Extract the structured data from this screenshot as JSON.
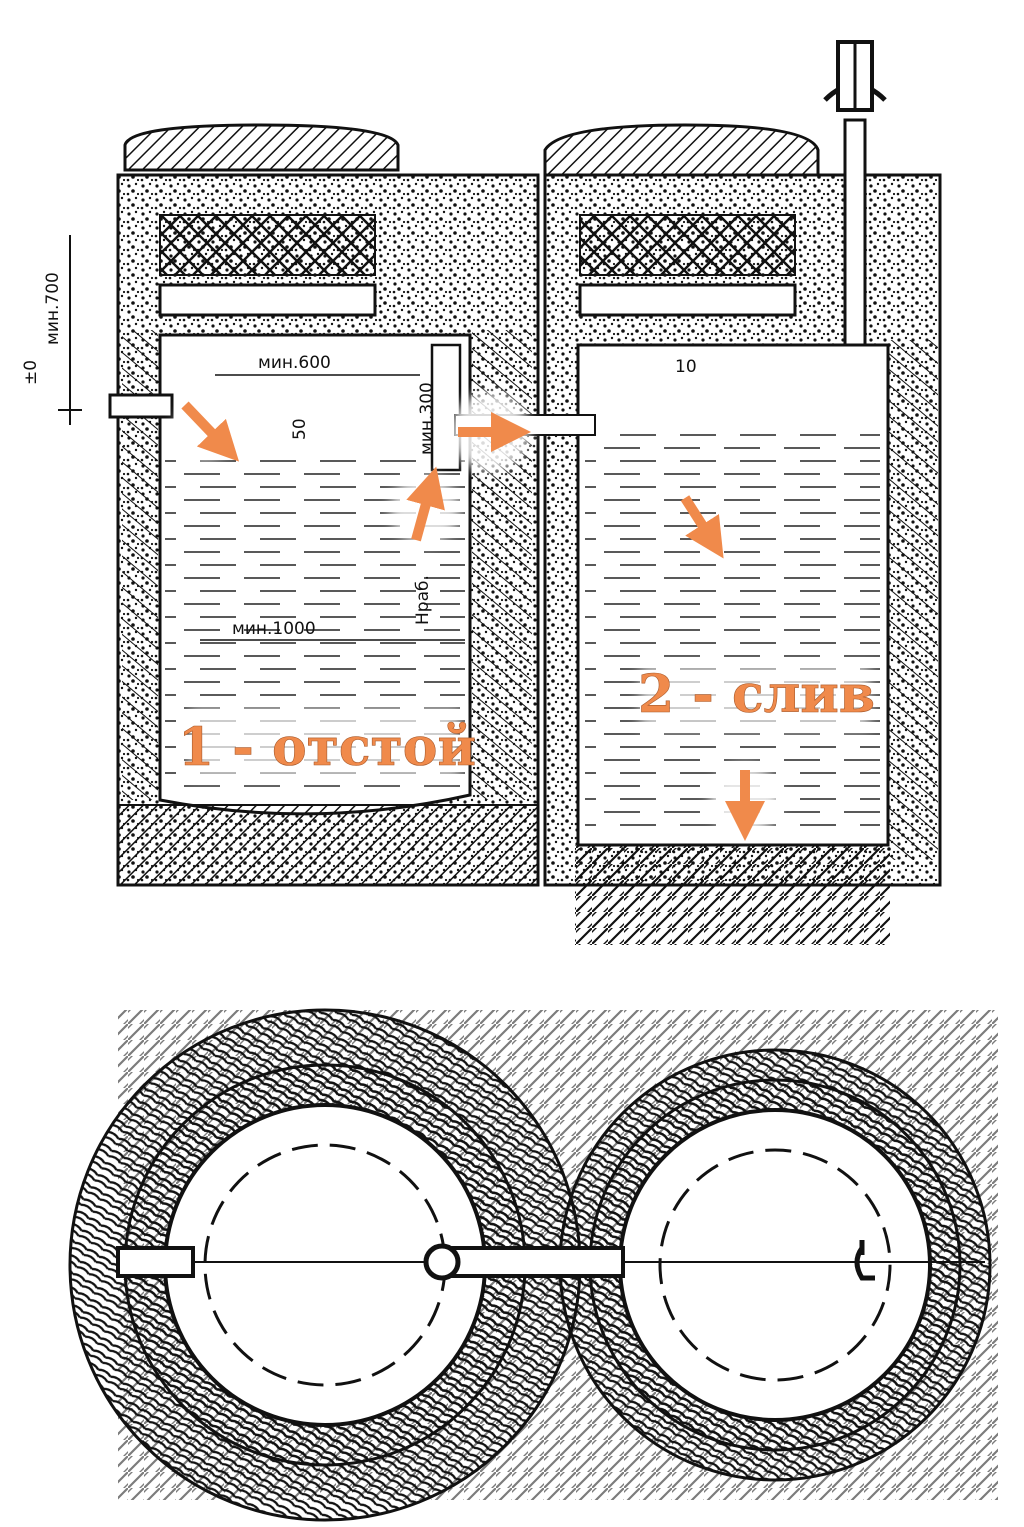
{
  "labels": {
    "chamber_1": "1 - отстой",
    "chamber_2": "2 - слив"
  },
  "dimensions": {
    "min_700": "мин.700",
    "min_600": "мин.600",
    "min_300": "мин.300",
    "min_1000": "мин.1000",
    "d50": "50",
    "d10": "10",
    "h_work": "Hраб.",
    "zero_mark": "±0"
  },
  "colors": {
    "arrow": "#f08a4b",
    "label_fill": "#f08a4b",
    "ink": "#111111",
    "paper": "#ffffff"
  },
  "icons": {
    "flow_arrow": "orange-arrow",
    "vent_cap": "vent-cap-icon"
  }
}
